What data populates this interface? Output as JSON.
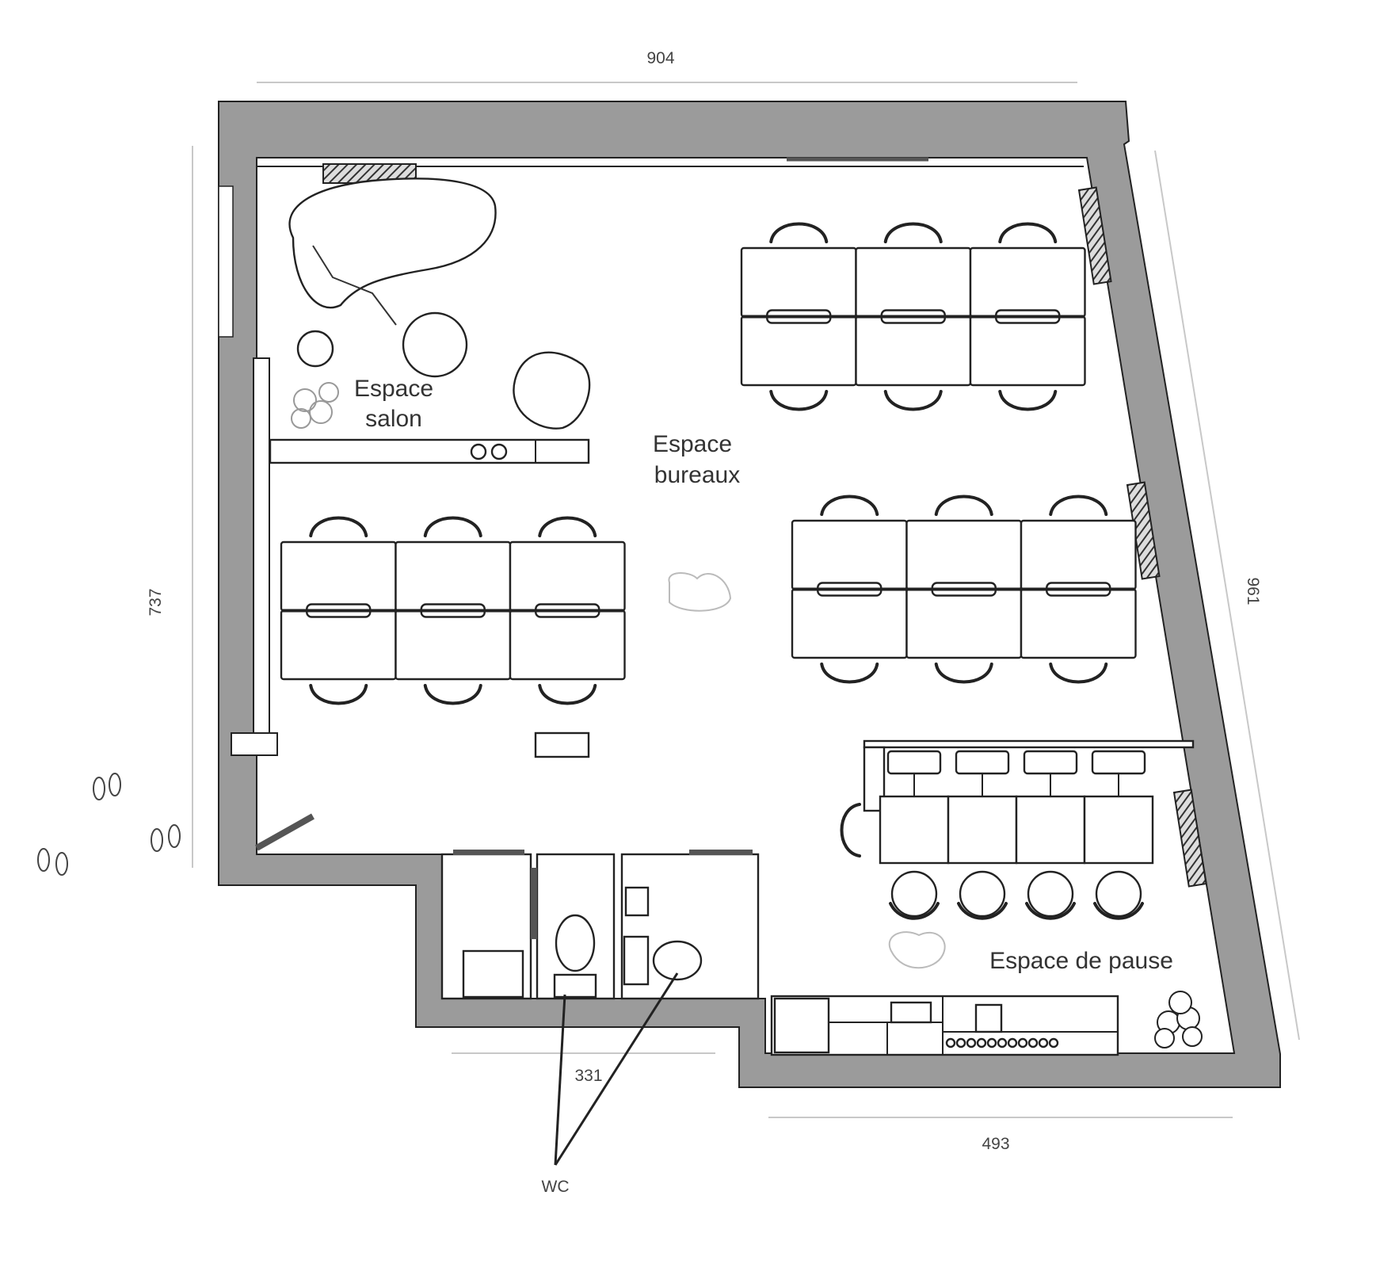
{
  "plan": {
    "dimensions": {
      "top": "904",
      "left": "737",
      "right": "961",
      "bottom_wc": "331",
      "bottom_right": "493"
    },
    "rooms": {
      "salon": [
        "Espace",
        "salon"
      ],
      "bureaux": [
        "Espace",
        "bureaux"
      ],
      "pause": "Espace de pause",
      "wc": "WC"
    },
    "colors": {
      "wall": "#9b9b9b",
      "outline": "#222222",
      "dimension_line": "#c8c8c8"
    }
  }
}
